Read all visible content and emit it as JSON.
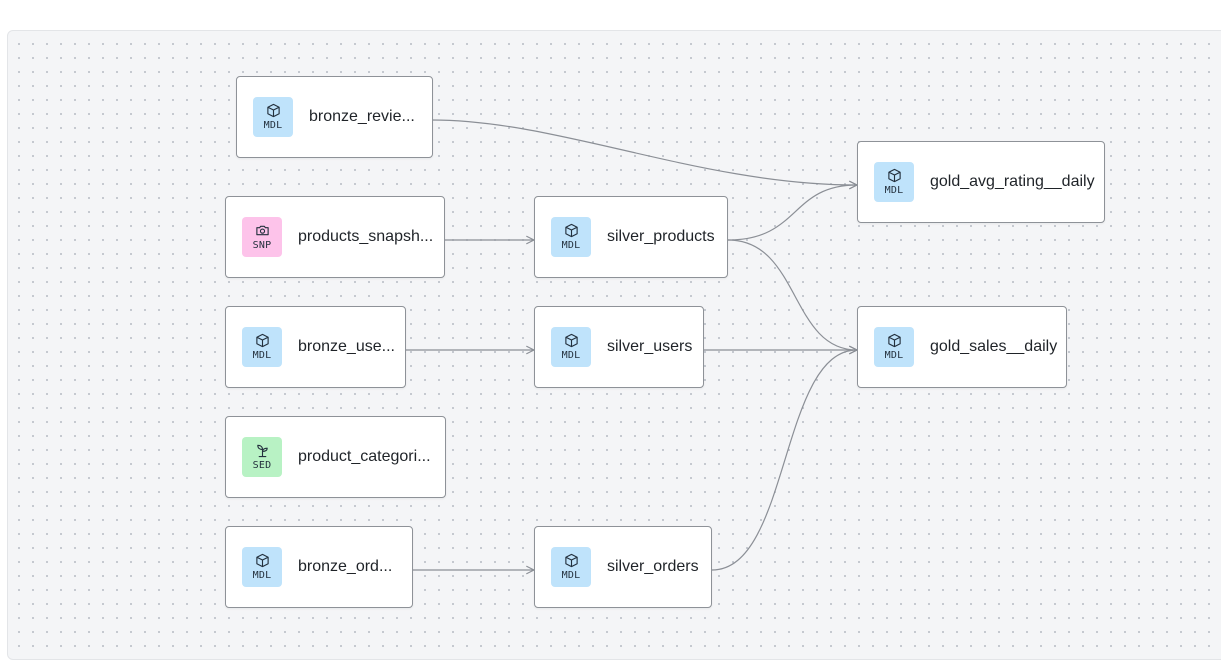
{
  "colors": {
    "model_badge": "#bfe3fb",
    "snapshot_badge": "#fdc3ea",
    "seed_badge": "#b8f2c4",
    "edge": "#8b8f96",
    "node_border": "#8e9298"
  },
  "nodes": {
    "bronze_reviews": {
      "label": "bronze_revie...",
      "badge": "MDL",
      "icon": "cube-icon"
    },
    "products_snapshot": {
      "label": "products_snapsh...",
      "badge": "SNP",
      "icon": "camera-icon"
    },
    "bronze_users": {
      "label": "bronze_use...",
      "badge": "MDL",
      "icon": "cube-icon"
    },
    "product_categories": {
      "label": "product_categori...",
      "badge": "SED",
      "icon": "sprout-icon"
    },
    "bronze_orders": {
      "label": "bronze_ord...",
      "badge": "MDL",
      "icon": "cube-icon"
    },
    "silver_products": {
      "label": "silver_products",
      "badge": "MDL",
      "icon": "cube-icon"
    },
    "silver_users": {
      "label": "silver_users",
      "badge": "MDL",
      "icon": "cube-icon"
    },
    "silver_orders": {
      "label": "silver_orders",
      "badge": "MDL",
      "icon": "cube-icon"
    },
    "gold_avg_rating_daily": {
      "label": "gold_avg_rating__daily",
      "badge": "MDL",
      "icon": "cube-icon"
    },
    "gold_sales_daily": {
      "label": "gold_sales__daily",
      "badge": "MDL",
      "icon": "cube-icon"
    }
  },
  "edges": [
    {
      "from": "bronze_reviews",
      "to": "gold_avg_rating_daily"
    },
    {
      "from": "products_snapshot",
      "to": "silver_products"
    },
    {
      "from": "silver_products",
      "to": "gold_avg_rating_daily"
    },
    {
      "from": "silver_products",
      "to": "gold_sales_daily"
    },
    {
      "from": "bronze_users",
      "to": "silver_users"
    },
    {
      "from": "silver_users",
      "to": "gold_sales_daily"
    },
    {
      "from": "bronze_orders",
      "to": "silver_orders"
    },
    {
      "from": "silver_orders",
      "to": "gold_sales_daily"
    }
  ]
}
